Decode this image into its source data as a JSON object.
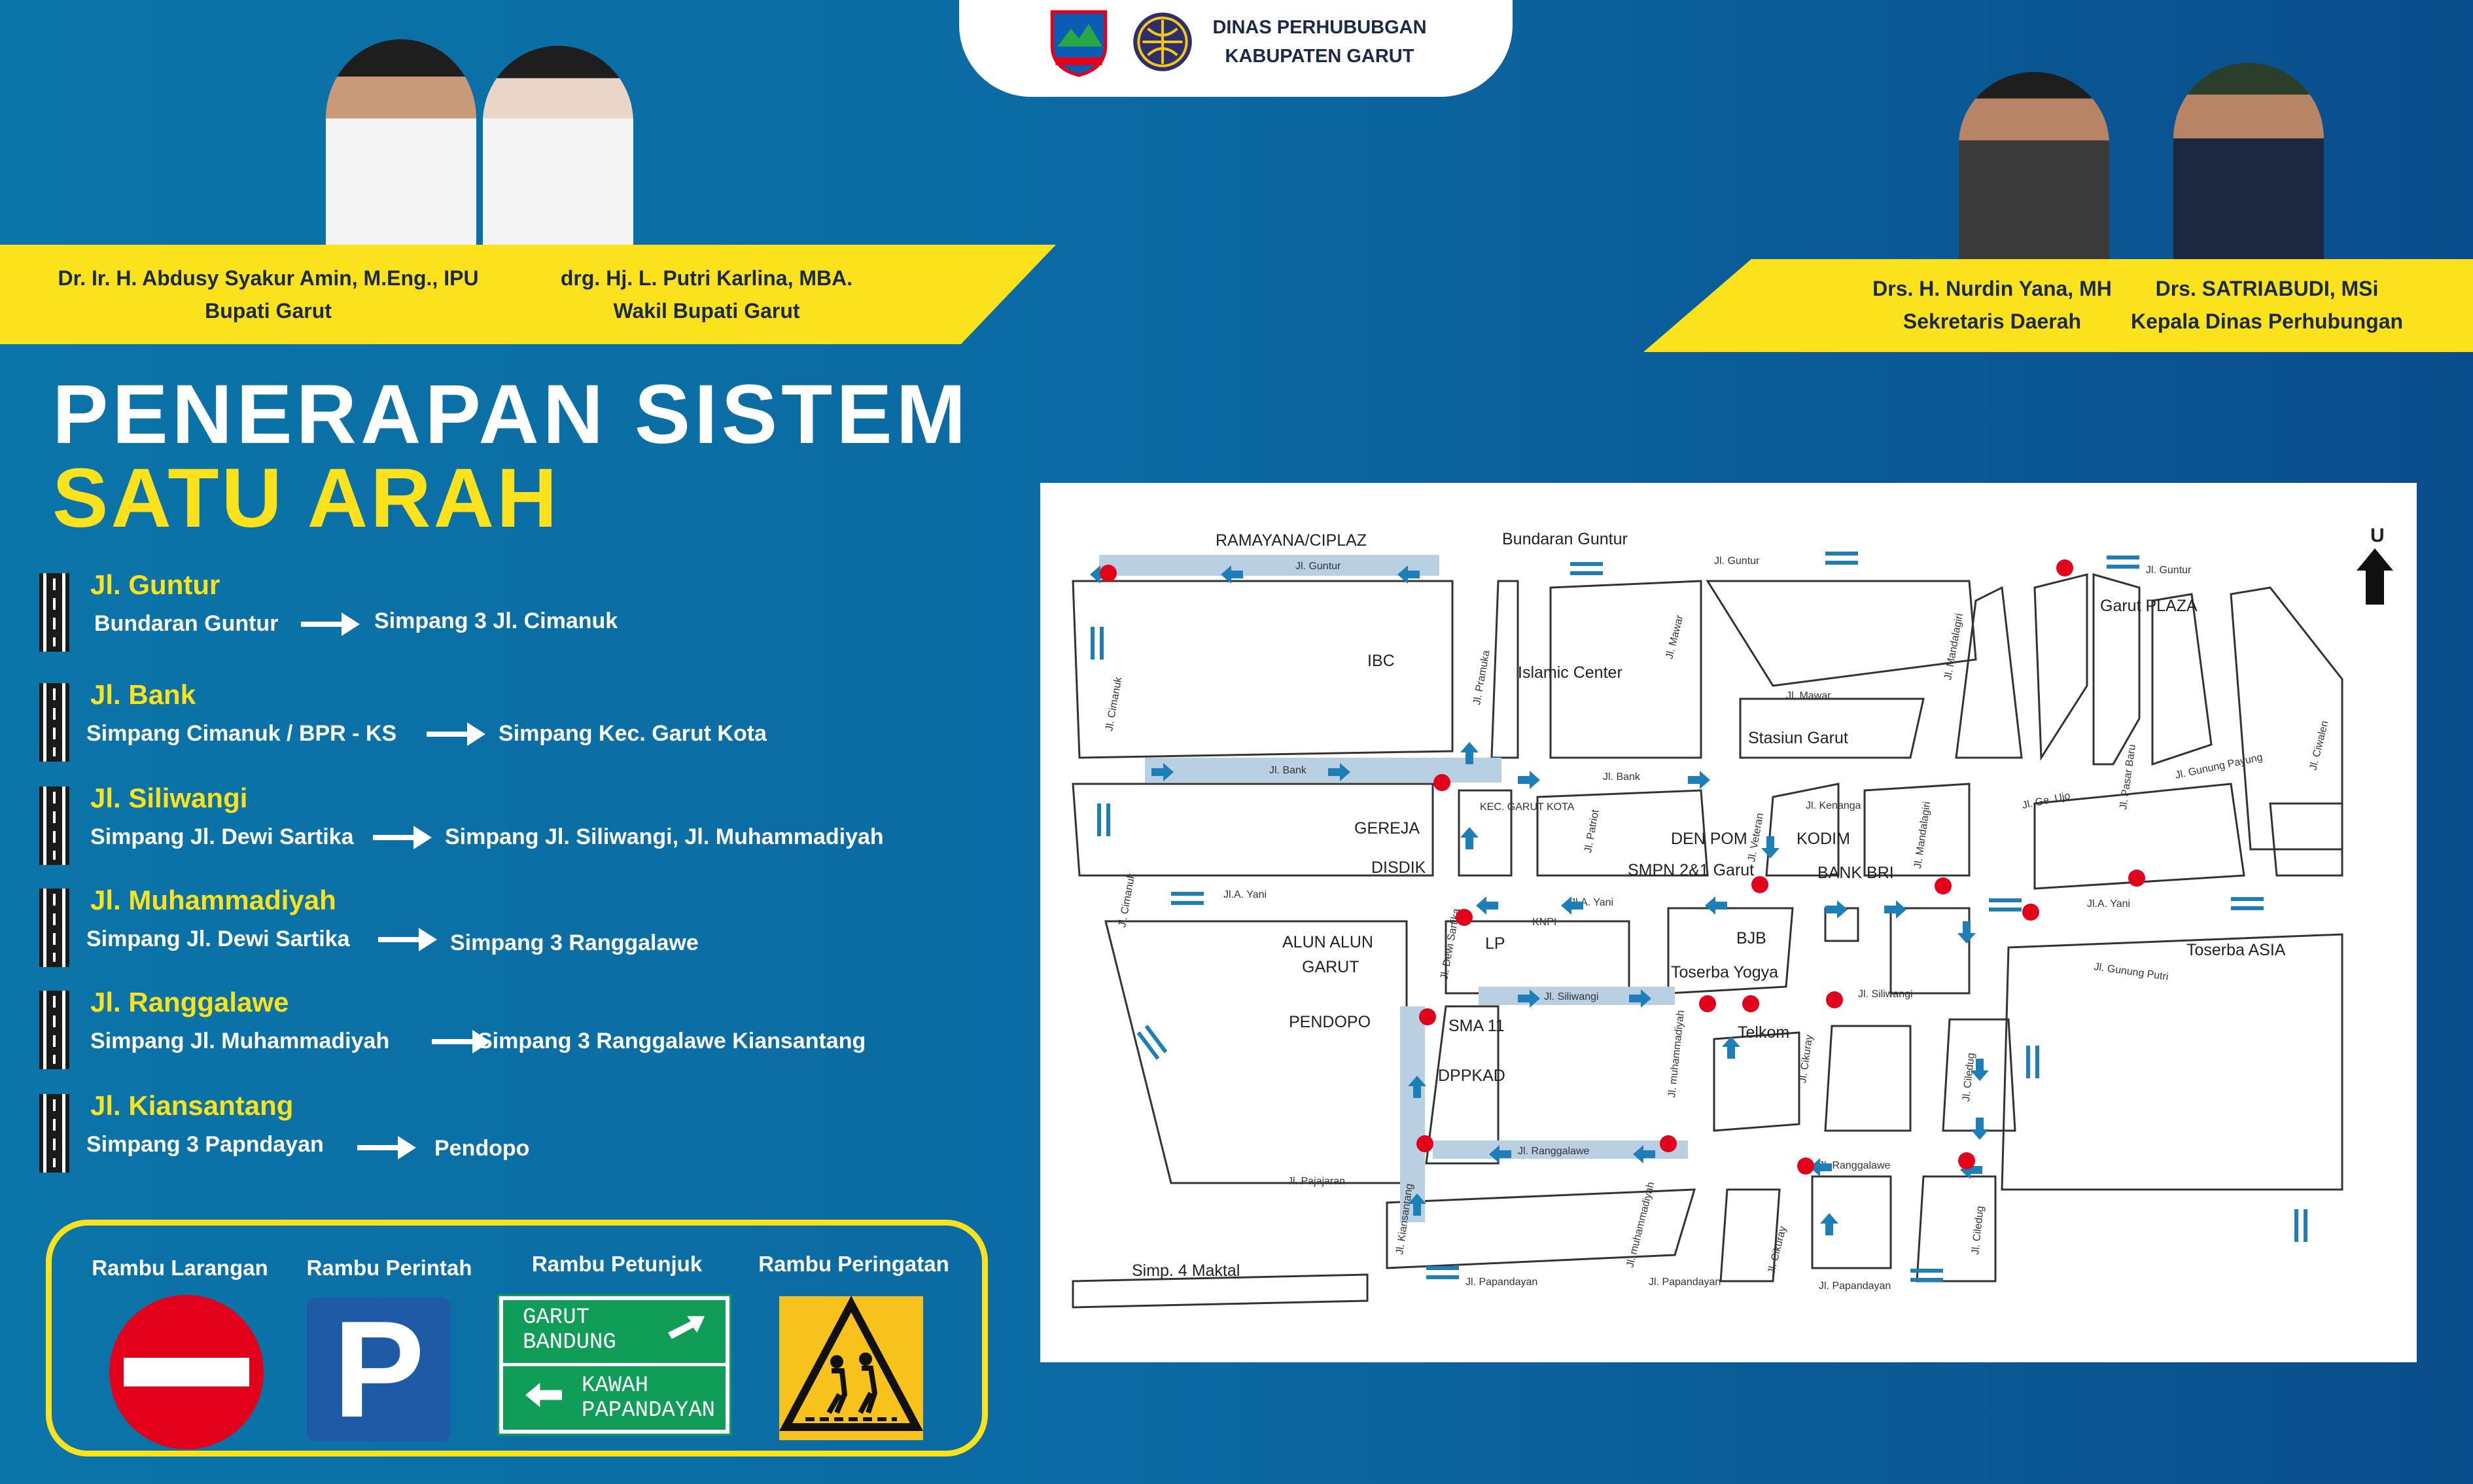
{
  "header": {
    "org_line1": "DINAS PERHUBUBGAN",
    "org_line2": "KABUPATEN GARUT",
    "logos": [
      "garut-regency-emblem",
      "dishub-emblem"
    ]
  },
  "officials_left": [
    {
      "name": "Dr. Ir. H. Abdusy Syakur Amin, M.Eng., IPU",
      "title": "Bupati Garut"
    },
    {
      "name": "drg. Hj. L. Putri Karlina, MBA.",
      "title": "Wakil Bupati Garut"
    }
  ],
  "officials_right": [
    {
      "name": "Drs. H. Nurdin Yana, MH",
      "title": "Sekretaris Daerah"
    },
    {
      "name": "Drs. SATRIABUDI, MSi",
      "title": "Kepala Dinas Perhubungan"
    }
  ],
  "title": {
    "line1": "PENERAPAN SISTEM",
    "line2": "SATU ARAH"
  },
  "routes": [
    {
      "road": "Jl. Guntur",
      "from": "Bundaran Guntur",
      "to": "Simpang 3 Jl. Cimanuk"
    },
    {
      "road": "Jl. Bank",
      "from": "Simpang Cimanuk / BPR - KS",
      "to": "Simpang Kec. Garut Kota"
    },
    {
      "road": "Jl. Siliwangi",
      "from": "Simpang Jl. Dewi Sartika",
      "to": "Simpang Jl. Siliwangi, Jl. Muhammadiyah"
    },
    {
      "road": "Jl. Muhammadiyah",
      "from": "Simpang Jl. Dewi Sartika",
      "to": "Simpang 3 Ranggalawe"
    },
    {
      "road": "Jl. Ranggalawe",
      "from": "Simpang Jl. Muhammadiyah",
      "to": "Simpang 3 Ranggalawe Kiansantang"
    },
    {
      "road": "Jl. Kiansantang",
      "from": "Simpang 3 Papndayan",
      "to": "Pendopo"
    }
  ],
  "legend": {
    "items": [
      {
        "label": "Rambu Larangan",
        "icon": "no-entry-sign-icon",
        "color": "#e3001b"
      },
      {
        "label": "Rambu Perintah",
        "icon": "parking-sign-icon",
        "color": "#1f5aa6"
      },
      {
        "label": "Rambu Petunjuk",
        "icon": "direction-sign-icon",
        "color": "#0f9d58"
      },
      {
        "label": "Rambu Peringatan",
        "icon": "pedestrian-crossing-sign-icon",
        "color": "#f7c21b"
      }
    ],
    "direction_sign": {
      "top_line1": "GARUT",
      "top_line2": "BANDUNG",
      "bottom_line1": "KAWAH",
      "bottom_line2": "PAPANDAYAN"
    },
    "parking_letter": "P"
  },
  "map": {
    "north_label": "U",
    "places": {
      "ramayana": "RAMAYANA/CIPLAZ",
      "bundaran": "Bundaran Guntur",
      "ibc": "IBC",
      "islamic": "Islamic Center",
      "stasiun": "Stasiun Garut",
      "plaza": "Garut PLAZA",
      "gereja": "GEREJA",
      "disdik": "DISDIK",
      "kec": "KEC. GARUT KOTA",
      "denpom": "DEN POM",
      "smpn": "SMPN 2&1 Garut",
      "kodim": "KODIM",
      "bri": "BANK BRI",
      "alun1": "ALUN ALUN",
      "alun2": "GARUT",
      "lp": "LP",
      "knpi": "KNPI",
      "bjb": "BJB",
      "yogya": "Toserba Yogya",
      "asia": "Toserba ASIA",
      "pendopo": "PENDOPO",
      "sma": "SMA 11",
      "dppkad": "DPPKAD",
      "telkom": "Telkom",
      "maktal": "Simp. 4 Maktal"
    },
    "streets": {
      "guntur": "Jl. Guntur",
      "bank": "Jl. Bank",
      "ayani": "Jl.A. Yani",
      "siliwangi": "Jl. Siliwangi",
      "ranggalawe": "Jl. Ranggalawe",
      "papandayan": "Jl. Papandayan",
      "cimanuk": "Jl. Cimanuk",
      "pramuka": "Jl. Pramuka",
      "dewisartika": "Jl. Dewi Sartika",
      "kiansantang": "Jl. Kiansantang",
      "muhammadiyah": "Jl. muhammadiyah",
      "ciledug": "Jl. Ciledug",
      "cikuray": "Jl. Cikuray",
      "pajajaran": "Jl. Pajajaran",
      "mawar": "Jl. Mawar",
      "gunungputri": "Jl. Gunung Putri",
      "gunungpayung": "Jl. Gunung Payung",
      "pasarbaru": "Jl. Pasar Baru",
      "ciwalen": "Jl. Ciwalen",
      "kenanga": "Jl. Kenanga",
      "veteran": "Jl. Veteran",
      "patriot": "Jl. Patriot",
      "mandalagiri": "Jl. Mandalagiri",
      "gajah": "Jl. Ge. Ujo"
    }
  }
}
